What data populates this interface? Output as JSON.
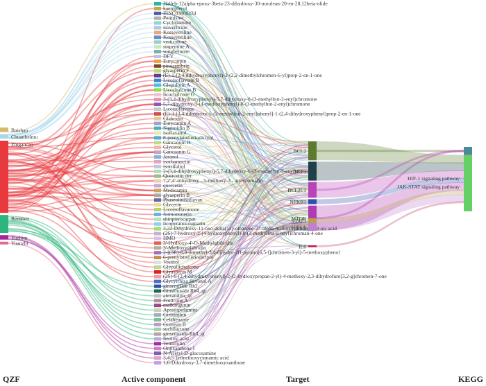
{
  "columns": [
    "QZF",
    "Active component",
    "Target",
    "KEGG"
  ],
  "sources": [
    {
      "name": "Baishao",
      "color": "#d9b86a",
      "weight": 1
    },
    {
      "name": "Chuanbeimu",
      "color": "#a9d7ea",
      "weight": 1
    },
    {
      "name": "Zhigancao",
      "color": "#e8393f",
      "weight": 16
    },
    {
      "name": "Renshen",
      "color": "#2cb57c",
      "weight": 4
    },
    {
      "name": "Yuzhim",
      "color": "#a6269a",
      "weight": 1
    },
    {
      "name": "Yuanzhi",
      "color": "#e06b9a",
      "weight": 0.5
    }
  ],
  "components": [
    {
      "name": "Halleb-12alpha-epoxy-3beta-23-dihydroxy-30-norolean-20-en-28,12beta-olide",
      "color": "#29b6a9",
      "src": 0
    },
    {
      "name": "kaempferol",
      "color": "#c8a64a",
      "src": 2
    },
    {
      "name": "ZINC03860434",
      "color": "#4a5fa8",
      "src": 1
    },
    {
      "name": "Peimisine",
      "color": "#b0b0b0",
      "src": 1
    },
    {
      "name": "Cyclopamine",
      "color": "#8fd6d0",
      "src": 1
    },
    {
      "name": "isoverticine",
      "color": "#a8c8e8",
      "src": 1
    },
    {
      "name": "Korseveriline",
      "color": "#e8a878",
      "src": 1
    },
    {
      "name": "Korseveriline",
      "color": "#6a8ac8",
      "src": 1
    },
    {
      "name": "verticinone",
      "color": "#9ad0c8",
      "src": 1
    },
    {
      "name": "sinpemine A",
      "color": "#c8e8c0",
      "src": 1
    },
    {
      "name": "songbeinone",
      "color": "#7ab0a0",
      "src": 1
    },
    {
      "name": "DFV",
      "color": "#c0c0e8",
      "src": 2
    },
    {
      "name": "Eurycarpin",
      "color": "#f0a040",
      "src": 2
    },
    {
      "name": "pinocembrin",
      "color": "#7a4a2a",
      "src": 2
    },
    {
      "name": "glyasperin F",
      "color": "#b8e070",
      "src": 2
    },
    {
      "name": "(E)-1-(2,4-dihydroxyphenyl)-3-(2,2-dimethylchromen-6-yl)prop-2-en-1-one",
      "color": "#6a3a8a",
      "src": 2
    },
    {
      "name": "Licoisoflavone B",
      "color": "#3a8ad0",
      "src": 2
    },
    {
      "name": "Glepidotin A",
      "color": "#48c0e0",
      "src": 2
    },
    {
      "name": "Licochalcone B",
      "color": "#90e048",
      "src": 2
    },
    {
      "name": "licochalcone G",
      "color": "#f0c0e0",
      "src": 2
    },
    {
      "name": "3-(3,4-dihydroxyphenyl)-5,7-dihydroxy-8-(3-methylbut-2-enyl)chromone",
      "color": "#e890b0",
      "src": 2
    },
    {
      "name": "5,7-dihydroxy-3-(4-methoxyphenyl)-8-(3-methylbut-2-enyl)chromone",
      "color": "#8a5ab0",
      "src": 2
    },
    {
      "name": "Licoisoflavone",
      "color": "#c8c8c8",
      "src": 2
    },
    {
      "name": "(E)-3-[3,4-dihydroxy-5-(3-methylbut-2-enyl)phenyl]-1-(2,4-dihydroxyphenyl)prop-2-en-1-one",
      "color": "#d05050",
      "src": 2
    },
    {
      "name": "Glabridin",
      "color": "#e8c890",
      "src": 2
    },
    {
      "name": "Eurycarpin A",
      "color": "#a0a0d0",
      "src": 2
    },
    {
      "name": "Sigmoidin B",
      "color": "#50b0c0",
      "src": 2
    },
    {
      "name": "isoflavanol",
      "color": "#e0f0a0",
      "src": 2
    },
    {
      "name": "8-prenylated eriodictyol",
      "color": "#58a8d8",
      "src": 2
    },
    {
      "name": "Gancaonin H",
      "color": "#c0d890",
      "src": 2
    },
    {
      "name": "Glycerol",
      "color": "#f0b8a0",
      "src": 2
    },
    {
      "name": "Gancaonin G",
      "color": "#c8a0c8",
      "src": 2
    },
    {
      "name": "Jaranol",
      "color": "#8ab0e0",
      "src": 2
    },
    {
      "name": "isorhamnetin",
      "color": "#e0a8c0",
      "src": 2
    },
    {
      "name": "isotrifoliol",
      "color": "#c0c8e0",
      "src": 2
    },
    {
      "name": "2-(3,4-dihydroxyphenyl)-5,7-dihydroxy-6-(3-methylbut-2-enyl)chromone",
      "color": "#b0e0b0",
      "src": 2
    },
    {
      "name": "Quercetin der.",
      "color": "#a0b8a0",
      "src": 2
    },
    {
      "name": "7,2',4'-trihydroxy - 5-methoxy-3 - arylcoumarin",
      "color": "#f0d0a0",
      "src": 2
    },
    {
      "name": "quercetin",
      "color": "#c0a8e0",
      "src": 2
    },
    {
      "name": "Medicarpin",
      "color": "#d0a060",
      "src": 2
    },
    {
      "name": "glyasperin B",
      "color": "#a8a8a8",
      "src": 2
    },
    {
      "name": "Phaseolinisoflavan",
      "color": "#6a6a9a",
      "src": 2
    },
    {
      "name": "Glycerin",
      "color": "#e8e090",
      "src": 2
    },
    {
      "name": "Licoisoflavanone",
      "color": "#b8d070",
      "src": 2
    },
    {
      "name": "formononetin",
      "color": "#6ab0f0",
      "src": 2
    },
    {
      "name": "shinpterocarpin",
      "color": "#b8e0b0",
      "src": 2
    },
    {
      "name": "licopyranocoumarin",
      "color": "#90d0f0",
      "src": 2
    },
    {
      "name": "3,22-Dihydroxy-11-oxo-delta(12)-oleanene-27-alpha-methoxycarbonyl-29-oic acid",
      "color": "#a0e070",
      "src": 2
    },
    {
      "name": "(2S)-7-hydroxy-2-(4-hydroxyphenyl)-8-(3-methylbut-2-enyl)chroman-4-one",
      "color": "#d0b0d0",
      "src": 2
    },
    {
      "name": "HMO",
      "color": "#d8c0e8",
      "src": 2
    },
    {
      "name": "3'-Hydroxy-4'-O-Methylglabridin",
      "color": "#e06060",
      "src": 2
    },
    {
      "name": "3'-Methoxyglabridin",
      "color": "#b0b090",
      "src": 2
    },
    {
      "name": "2-[(3R)-8,8-dimethyl-3,4-dihydro-2H-pyrano[6,5-f]chromen-3-yl]-5-methoxyphenol",
      "color": "#a070c0",
      "src": 2
    },
    {
      "name": "6-prenylated eriodictyol",
      "color": "#c09050",
      "src": 2
    },
    {
      "name": "Vestitol",
      "color": "#e0e0e0",
      "src": 2
    },
    {
      "name": "Glypallichalcone",
      "color": "#b8d8a0",
      "src": 2
    },
    {
      "name": "Glyasperin M",
      "color": "#e02020",
      "src": 2
    },
    {
      "name": "(2S)-6-(2,4-dihydroxyphenyl)-2-(2-hydroxypropan-2-yl)-4-methoxy-2,3-dihydrofuro[3,2-g]chromen-7-one",
      "color": "#f0a0a0",
      "src": 2
    },
    {
      "name": "Glycyrrhiza flavonol A",
      "color": "#4a6ad0",
      "src": 2
    },
    {
      "name": "ginsenoside Rh2",
      "color": "#3050a0",
      "src": 3
    },
    {
      "name": "Ginsenoside Rh4_qt",
      "color": "#206a50",
      "src": 3
    },
    {
      "name": "alexandrin_qt",
      "color": "#c0c0c0",
      "src": 3
    },
    {
      "name": "Fruticone A",
      "color": "#b090a0",
      "src": 3
    },
    {
      "name": "malkangunin",
      "color": "#9a4a8a",
      "src": 3
    },
    {
      "name": "Aposiopolamine",
      "color": "#d0d0b0",
      "src": 3
    },
    {
      "name": "Girinimbin",
      "color": "#9ab0c8",
      "src": 3
    },
    {
      "name": "Celabenzine",
      "color": "#80c090",
      "src": 3
    },
    {
      "name": "Gomisin B",
      "color": "#c09ac8",
      "src": 3
    },
    {
      "name": "suchilactone",
      "color": "#a0d0b0",
      "src": 3
    },
    {
      "name": "ginsenoside-Rh3_qt",
      "color": "#c0a0a0",
      "src": 3
    },
    {
      "name": "linoleic acid",
      "color": "#b0b0d8",
      "src": 3
    },
    {
      "name": "Tenuifolin",
      "color": "#a030a0",
      "src": 4
    },
    {
      "name": "Onjixanthone I",
      "color": "#d080c0",
      "src": 4
    },
    {
      "name": "N-Acetyl-D-glucosamine",
      "color": "#8060b0",
      "src": 4
    },
    {
      "name": "3,4,5-Trimethoxycinnamic acid",
      "color": "#e0a0d0",
      "src": 4
    },
    {
      "name": "1,6-Dihydroxy-3,7-dimethoxyxanthone",
      "color": "#c0a0e0",
      "src": 5
    }
  ],
  "targets": [
    {
      "name": "BCL2",
      "color": "#5e7a2e",
      "weight": 3
    },
    {
      "name": "AKT1",
      "color": "#1f3f4a",
      "weight": 3
    },
    {
      "name": "BCL2L1",
      "color": "#b844b8",
      "weight": 2.5
    },
    {
      "name": "NFKB1",
      "color": "#3050b0",
      "weight": 0.8
    },
    {
      "name": "MTOR",
      "color": "#b03cb0",
      "weight": 4
    },
    {
      "name": "STAT3",
      "color": "#b8a050",
      "weight": 0.8
    },
    {
      "name": "HIF1A",
      "color": "#c080d0",
      "weight": 1.2
    },
    {
      "name": "IL6",
      "color": "#c02050",
      "weight": 0.3
    }
  ],
  "kegg": [
    {
      "name": "HIF-1 signaling pathway",
      "color": "#4a8a9a",
      "weight": 1
    },
    {
      "name": "JAK-STAT signaling pathway",
      "color": "#66d066",
      "weight": 7
    }
  ]
}
